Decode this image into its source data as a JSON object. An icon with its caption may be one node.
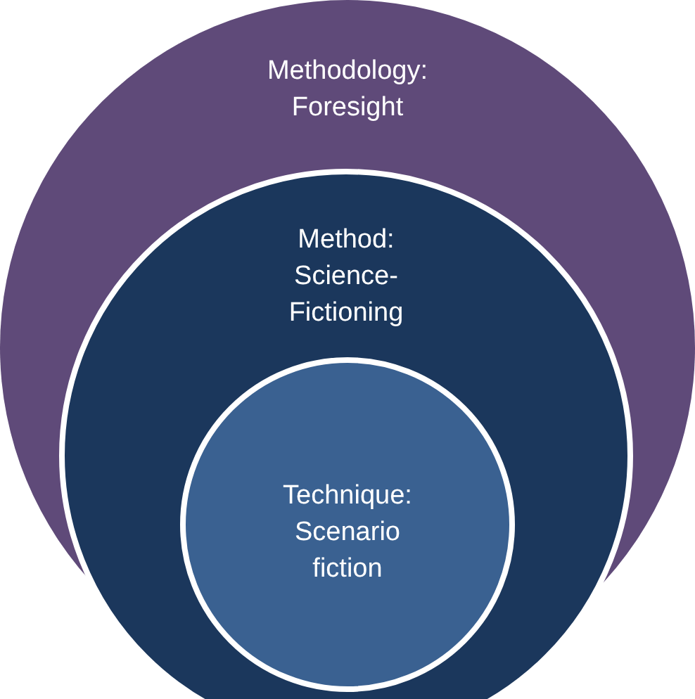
{
  "diagram": {
    "nodes": [
      {
        "text": [
          "Methodology: Foresight"
        ]
      },
      {
        "text": [
          "Method: Science-Fictioning"
        ],
        "in": 0
      },
      {
        "text": [
          "Technique: Scenario fiction"
        ],
        "in": 1
      }
    ]
  }
}
